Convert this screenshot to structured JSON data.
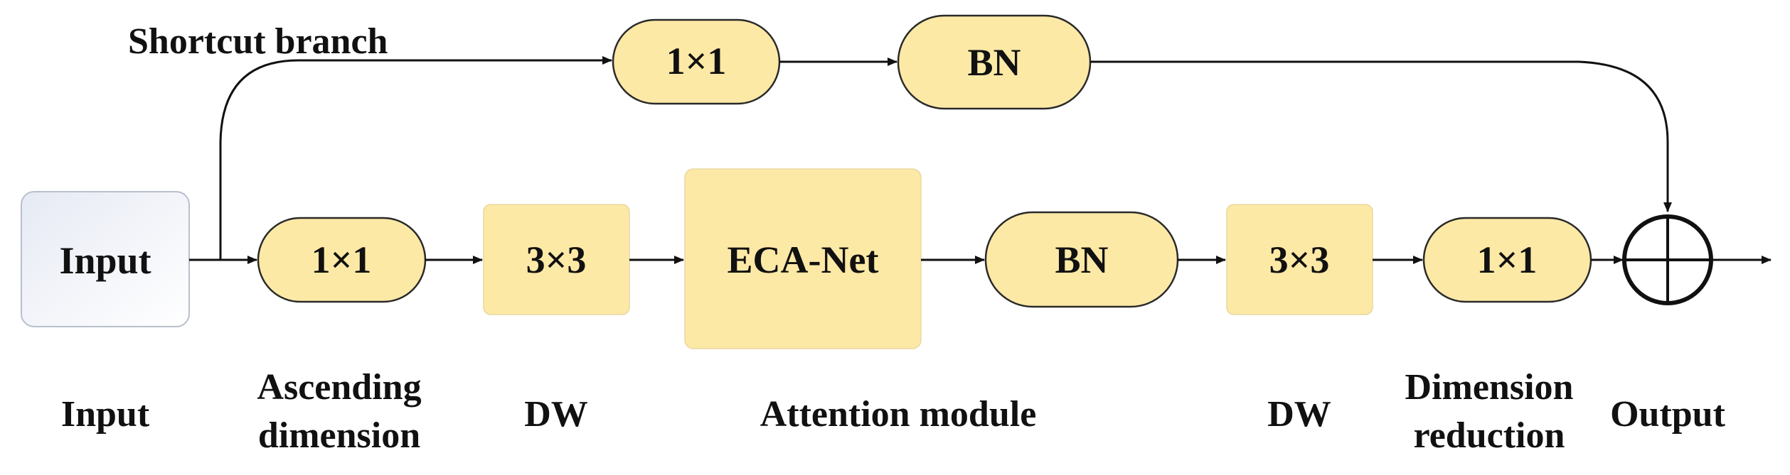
{
  "shortcut": {
    "title": "Shortcut branch",
    "conv_label": "1×1",
    "bn_label": "BN"
  },
  "main": {
    "input_label": "Input",
    "conv1_label": "1×1",
    "dw1_label": "3×3",
    "eca_label": "ECA-Net",
    "bn_label": "BN",
    "dw2_label": "3×3",
    "conv2_label": "1×1"
  },
  "captions": {
    "input": "Input",
    "ascending_line1": "Ascending",
    "ascending_line2": "dimension",
    "dw1": "DW",
    "attention": "Attention module",
    "dw2": "DW",
    "reduction_line1": "Dimension",
    "reduction_line2": "reduction",
    "output": "Output"
  },
  "colors": {
    "block_fill": "#fde9a6",
    "outline": "#2a2a2a",
    "input_fill": "#eef1f8"
  }
}
